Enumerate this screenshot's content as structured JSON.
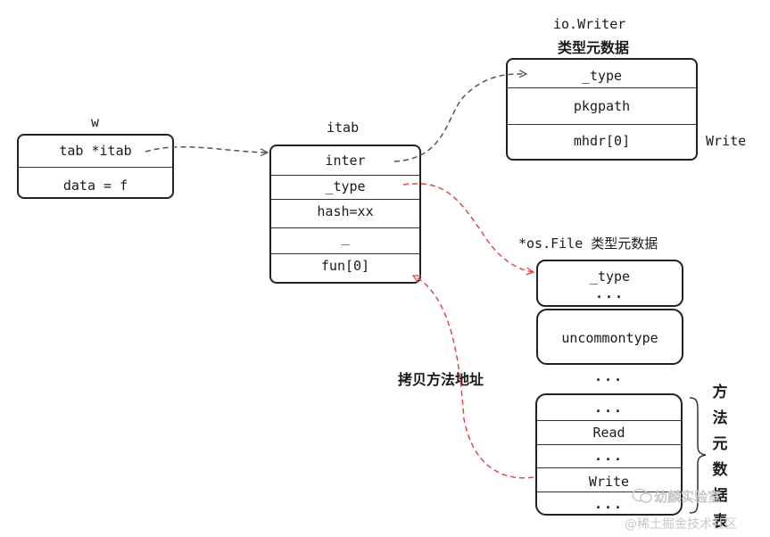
{
  "w_box": {
    "title": "w",
    "rows": [
      "tab *itab",
      "data = f"
    ]
  },
  "itab_box": {
    "title": "itab",
    "rows": [
      "inter",
      "_type",
      "hash=xx",
      "_",
      "fun[0]"
    ]
  },
  "writer_box": {
    "title_line1": "io.Writer",
    "title_line2": "类型元数据",
    "rows": [
      "_type",
      "pkgpath",
      "mhdr[0]"
    ],
    "side_label": "Write"
  },
  "osfile": {
    "title": "*os.File 类型元数据",
    "type_block": [
      "_type",
      "..."
    ],
    "uncommon_block": "uncommontype",
    "between_dots": "...",
    "methods": [
      "...",
      "Read",
      "...",
      "Write",
      "..."
    ],
    "brace_label": [
      "方",
      "法",
      "元",
      "数",
      "据",
      "表"
    ]
  },
  "copy_label": "拷贝方法地址",
  "watermark": {
    "line1": "幼麟实验室",
    "line2": "@稀土掘金技术社区"
  },
  "colors": {
    "black_arrow": "#555555",
    "red_arrow": "#e0474c"
  }
}
